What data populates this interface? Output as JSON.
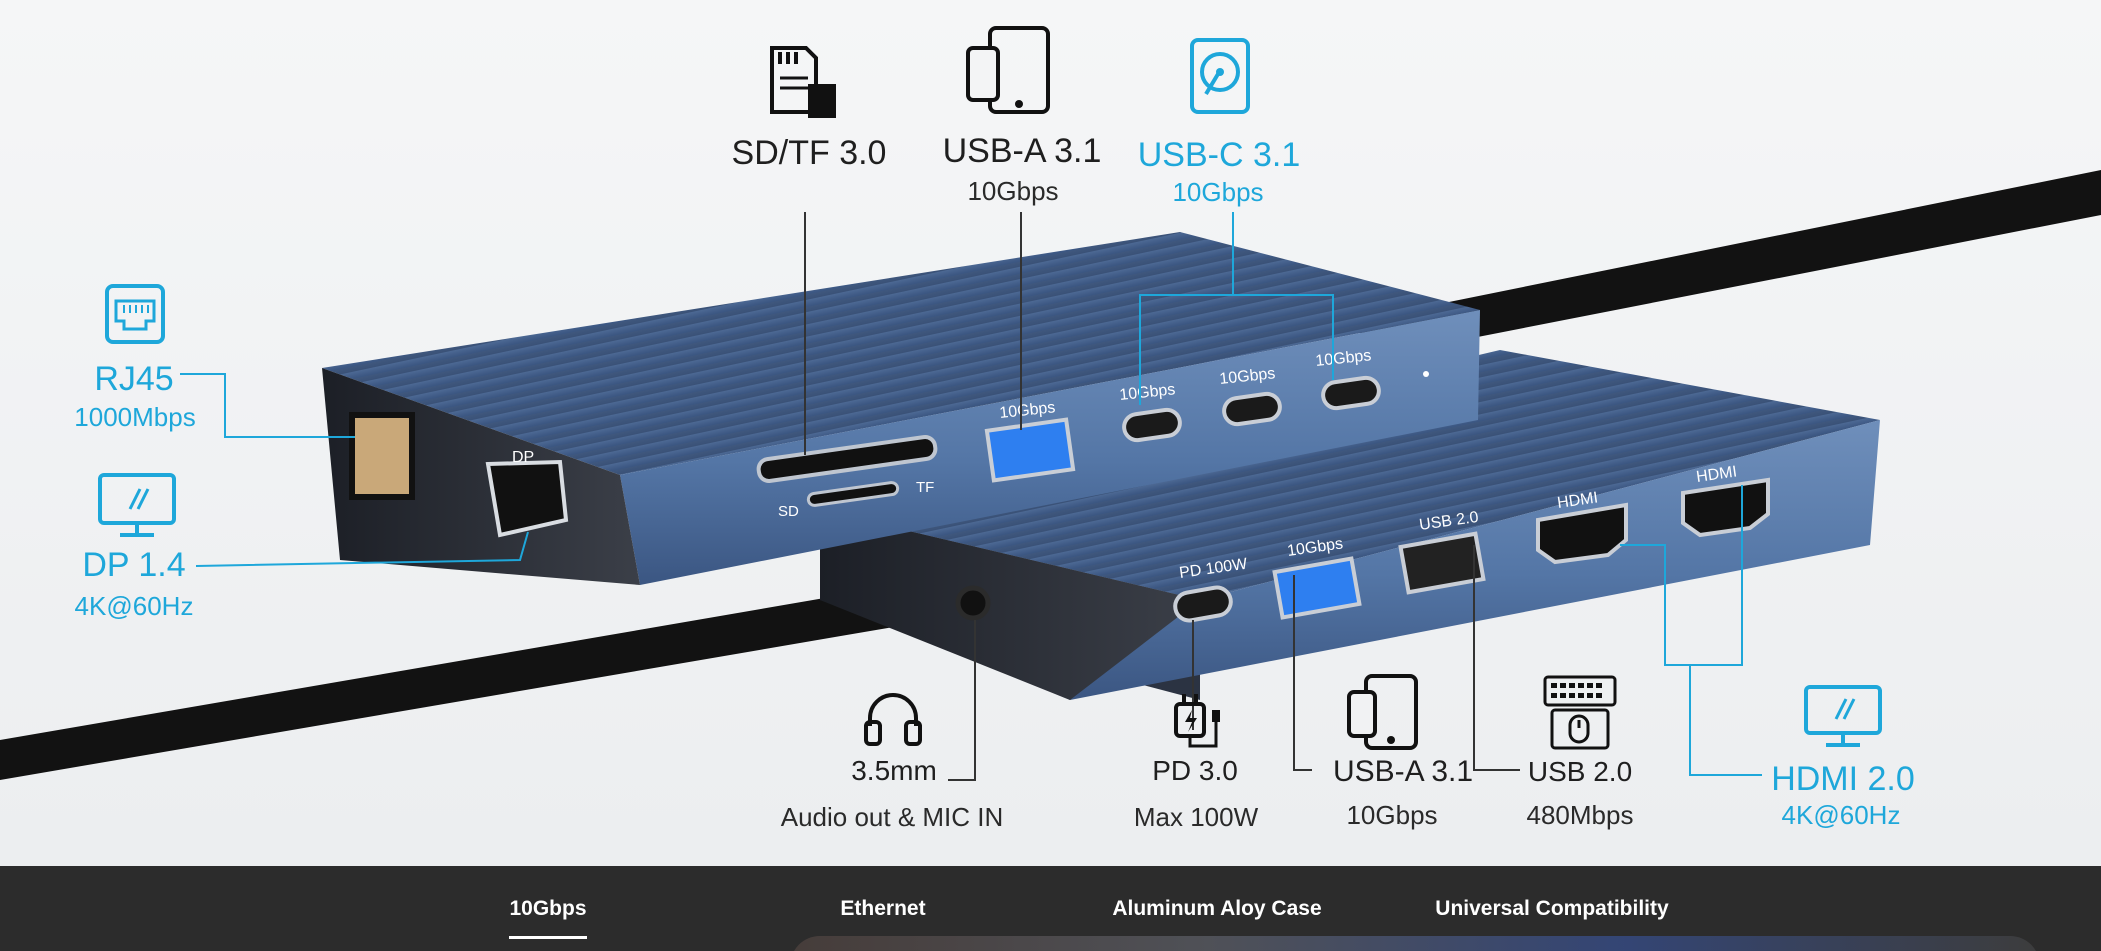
{
  "colors": {
    "accent": "#1ea7da",
    "dock": "#3d5a85",
    "tabbar": "#2c2c2c"
  },
  "callouts": {
    "sd": {
      "title": "SD/TF 3.0",
      "icon": "sd-card-icon"
    },
    "usba_top": {
      "title": "USB-A 3.1",
      "sub": "10Gbps",
      "icon": "phone-tablet-icon"
    },
    "usbc": {
      "title": "USB-C 3.1",
      "sub": "10Gbps",
      "icon": "hard-drive-icon"
    },
    "rj45": {
      "title": "RJ45",
      "sub": "1000Mbps",
      "icon": "ethernet-port-icon"
    },
    "dp": {
      "title": "DP 1.4",
      "sub": "4K@60Hz",
      "icon": "monitor-icon"
    },
    "audio": {
      "title": "3.5mm",
      "sub": "Audio out & MIC IN",
      "icon": "headphones-icon"
    },
    "pd": {
      "title": "PD 3.0",
      "sub": "Max 100W",
      "icon": "charger-icon"
    },
    "usba_bottom": {
      "title": "USB-A 3.1",
      "sub": "10Gbps",
      "icon": "phone-tablet-icon"
    },
    "usb2": {
      "title": "USB 2.0",
      "sub": "480Mbps",
      "icon": "keyboard-mouse-icon"
    },
    "hdmi": {
      "title": "HDMI 2.0",
      "sub": "4K@60Hz",
      "icon": "monitor-icon"
    }
  },
  "dock_labels": {
    "top_usba": "10Gbps",
    "top_usbc_1": "10Gbps",
    "top_usbc_2": "10Gbps",
    "top_usbc_3": "10Gbps",
    "sd": "SD",
    "tf": "TF",
    "dp": "DP",
    "pd": "PD 100W",
    "bottom_usba": "10Gbps",
    "usb2": "USB 2.0",
    "hdmi_1": "HDMI",
    "hdmi_2": "HDMI"
  },
  "tabs": [
    {
      "label": "10Gbps",
      "active": true
    },
    {
      "label": "Ethernet",
      "active": false
    },
    {
      "label": "Aluminum Aloy Case",
      "active": false
    },
    {
      "label": "Universal Compatibility",
      "active": false
    }
  ]
}
